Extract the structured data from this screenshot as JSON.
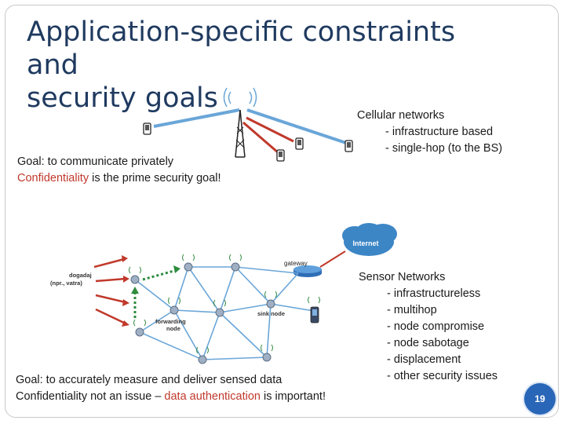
{
  "slide": {
    "title_lines": [
      "Application-specific constraints and",
      "security goals"
    ],
    "cellular": {
      "heading": "Cellular networks",
      "bullets": [
        "- infrastructure based",
        "- single-hop (to the BS)"
      ]
    },
    "goal_cellular": {
      "line1": "Goal:  to communicate privately",
      "line2_highlight": "Confidentiality",
      "line2_rest": " is the prime security goal!"
    },
    "sensor": {
      "heading": "Sensor Networks",
      "bullets": [
        "- infrastructureless",
        "- multihop",
        "- node compromise",
        "- node sabotage",
        "- displacement",
        "- other security issues"
      ]
    },
    "goal_sensor": {
      "line1": "Goal:  to accurately measure and deliver sensed data",
      "line2_prefix": "Confidentiality not an issue – ",
      "line2_highlight": "data authentication",
      "line2_suffix": " is important!"
    },
    "diagram_labels": {
      "internet": "Internet",
      "gateway": "gateway",
      "event_line1": "dogadaj",
      "event_line2": "(npr., vatra)",
      "forwarding_line1": "forwarding",
      "forwarding_line2": "node",
      "sink": "sink node"
    },
    "page_number": "19"
  },
  "colors": {
    "title": "#1f3a5f",
    "highlight": "#c0392b",
    "link_blue": "#6aa6d8",
    "link_red": "#c0392b",
    "link_green": "#2e8b3e",
    "page_badge": "#2a66b8"
  }
}
